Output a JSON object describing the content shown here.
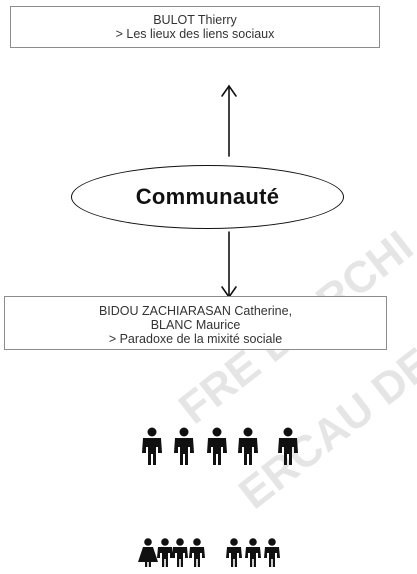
{
  "top_box": {
    "line1": "BULOT Thierry",
    "line2": "> Les lieux des liens sociaux"
  },
  "center": {
    "label": "Communauté"
  },
  "bottom_box": {
    "line1": "BIDOU ZACHIARASAN Catherine,",
    "line2": "BLANC Maurice",
    "line3": "> Paradoxe de la mixité sociale"
  },
  "watermark": {
    "line1": "FRE D'ARCHI",
    "line2": "ERCAU DE"
  },
  "colors": {
    "stroke": "#111111",
    "box_border": "#8c8c8c",
    "text": "#333333"
  },
  "icons": {
    "top_row": [
      "person-icon",
      "person-icon",
      "person-icon",
      "person-icon",
      "person-icon"
    ],
    "bottom_row": [
      "family-icon",
      "person-pair-icon",
      "group-icon"
    ]
  }
}
